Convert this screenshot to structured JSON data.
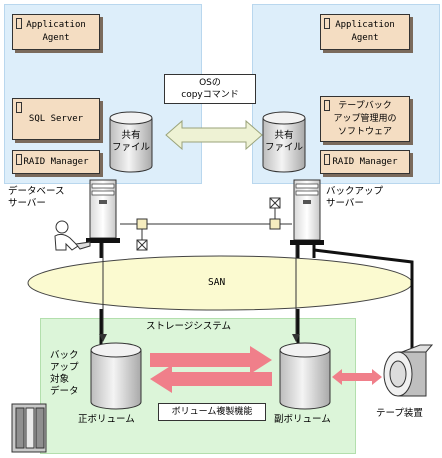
{
  "db_server": {
    "app_agent": "Application\nAgent",
    "sql_server": "SQL Server",
    "raid_manager": "RAID Manager",
    "shared_file": "共有\nファイル",
    "label": "データベース\nサーバー"
  },
  "backup_server": {
    "app_agent": "Application\nAgent",
    "backup_software": "テープバック\nアップ管理用の\nソフトウェア",
    "raid_manager": "RAID Manager",
    "shared_file": "共有\nファイル",
    "label": "バックアップ\nサーバー"
  },
  "copy_command": "OSの\ncopyコマンド",
  "san": "SAN",
  "storage": {
    "title": "ストレージシステム",
    "backup_target": "バック\nアップ\n対象\nデータ",
    "primary_volume": "正ボリューム",
    "secondary_volume": "副ボリューム",
    "replication_feature": "ボリューム複製機能"
  },
  "tape_device": "テープ装置",
  "colors": {
    "server_zone": "#ddeefa",
    "storage_zone": "#dcf5d9",
    "component_box": "#f4ddc2",
    "san_ellipse": "#fbfad0",
    "copy_arrow": "#eef2d4",
    "replication_arrow": "#f07f8a"
  }
}
